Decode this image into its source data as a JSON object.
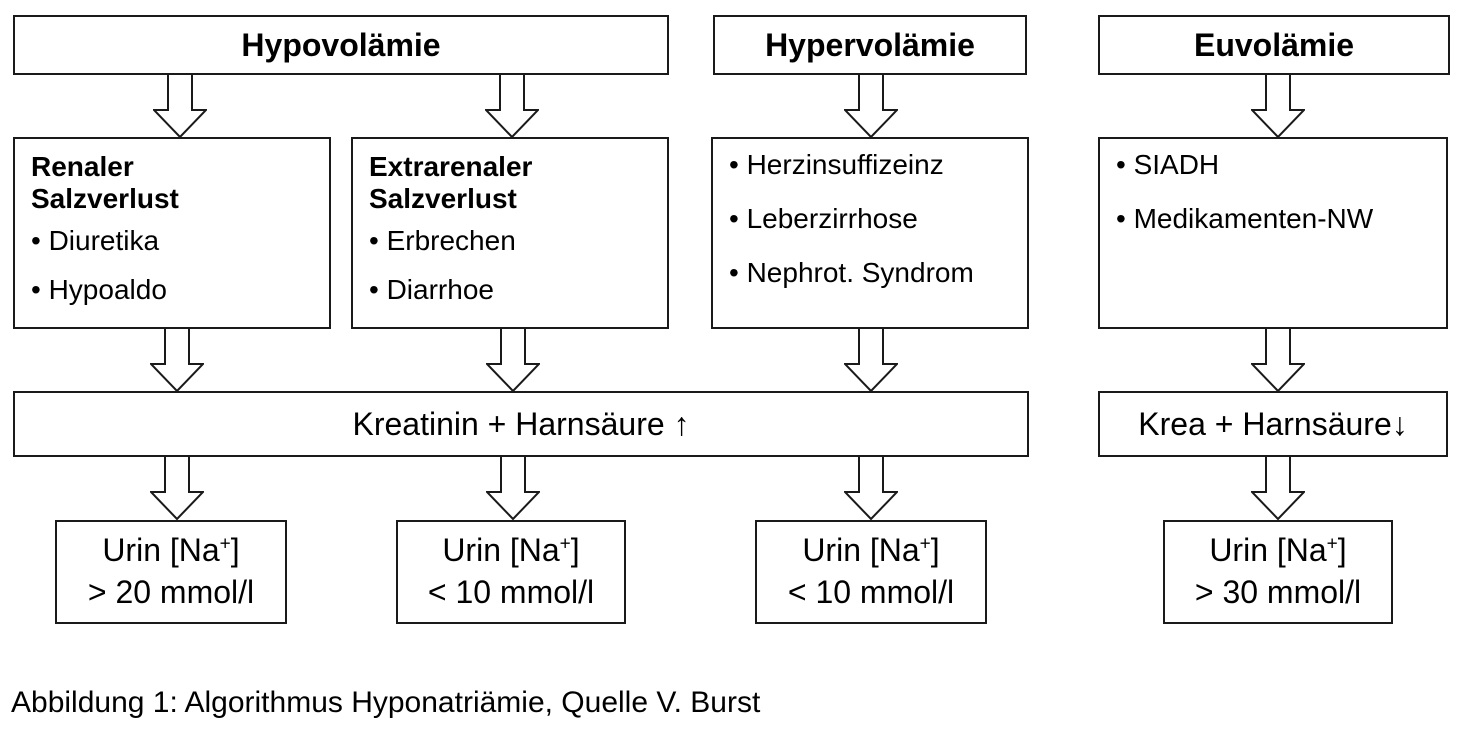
{
  "headers": {
    "hypo": "Hypovolämie",
    "hyper": "Hypervolämie",
    "eu": "Euvolämie"
  },
  "causes": {
    "renal": {
      "title_line1": "Renaler",
      "title_line2": "Salzverlust",
      "items": [
        "• Diuretika",
        "• Hypoaldo"
      ]
    },
    "extrarenal": {
      "title_line1": "Extrarenaler",
      "title_line2": "Salzverlust",
      "items": [
        "• Erbrechen",
        "• Diarrhoe"
      ]
    },
    "hyper": {
      "items": [
        "• Herzinsuffizeinz",
        "• Leberzirrhose",
        "• Nephrot.  Syndrom"
      ]
    },
    "eu": {
      "items": [
        "• SIADH",
        "• Medikamenten-NW"
      ]
    }
  },
  "labs": {
    "up": "Kreatinin + Harnsäure ↑",
    "down": "Krea + Harnsäure↓"
  },
  "urine": {
    "label_prefix": "Urin [Na",
    "label_sup": "+",
    "label_suffix": "]",
    "renal": "> 20 mmol/l",
    "extrarenal": "< 10 mmol/l",
    "hyper": "< 10 mmol/l",
    "eu": "> 30 mmol/l"
  },
  "caption": "Abbildung 1: Algorithmus Hyponatriämie, Quelle V. Burst"
}
